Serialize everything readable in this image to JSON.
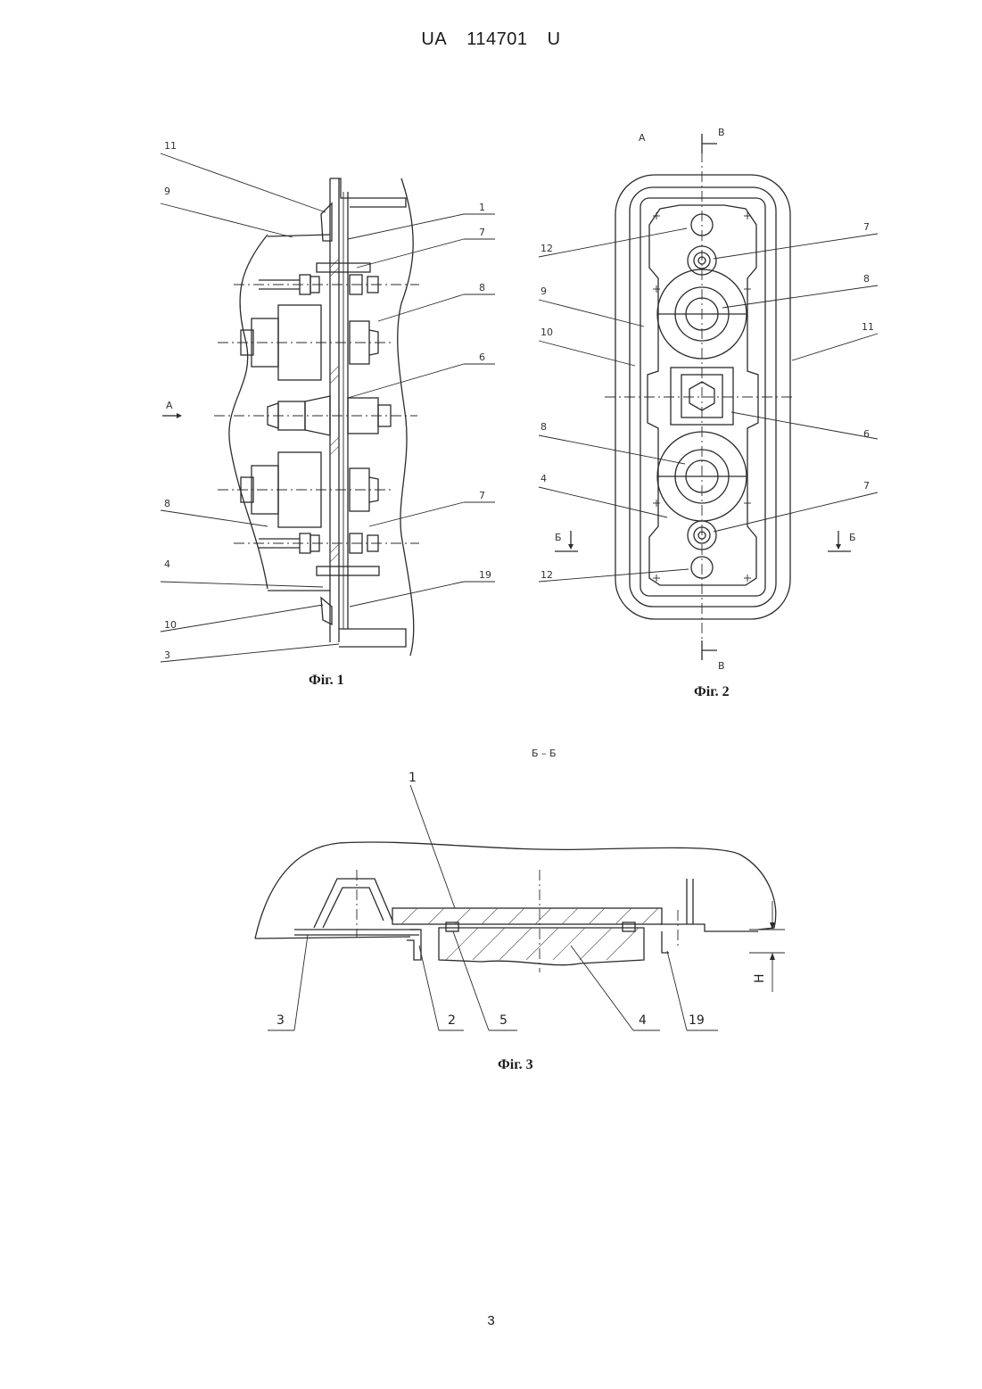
{
  "header": {
    "country": "UA",
    "number": "114701",
    "kind": "U"
  },
  "page_number": "3",
  "fig1": {
    "caption": "Фіг. 1",
    "labels": [
      "11",
      "9",
      "1",
      "7",
      "8",
      "6",
      "A",
      "8",
      "7",
      "4",
      "19",
      "10",
      "3"
    ]
  },
  "fig2": {
    "caption": "Фіг. 2",
    "labels": [
      "A",
      "B",
      "7",
      "12",
      "9",
      "8",
      "10",
      "11",
      "6",
      "8",
      "4",
      "7",
      "Б",
      "Б",
      "12",
      "B"
    ]
  },
  "fig3": {
    "caption": "Фіг. 3",
    "section": "Б – Б",
    "labels": [
      "1",
      "3",
      "2",
      "5",
      "4",
      "19",
      "H"
    ]
  }
}
